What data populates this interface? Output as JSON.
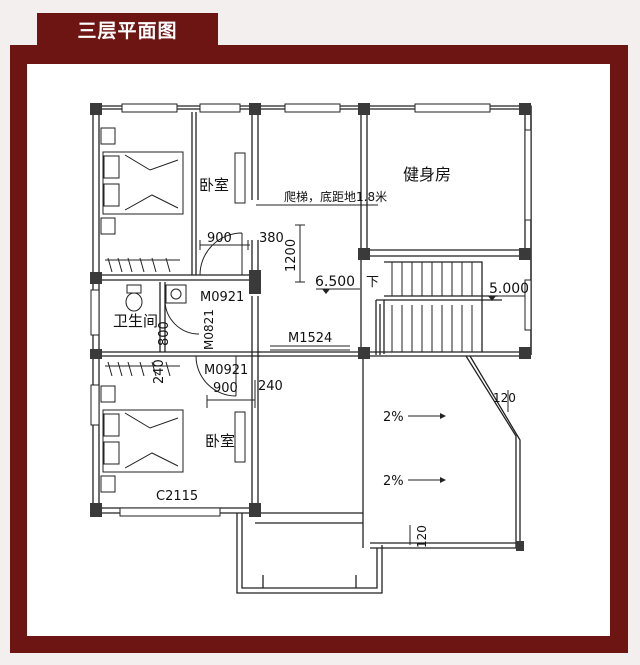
{
  "header": {
    "title": "三层平面图"
  },
  "rooms": {
    "bedroom_top": "卧室",
    "bedroom_bottom": "卧室",
    "gym": "健身房",
    "bathroom": "卫生间"
  },
  "labels": {
    "ladder_note": "爬梯，底距地1.8米",
    "door_m0921_a": "M0921",
    "door_m0921_b": "M0921",
    "door_m0821": "M0821",
    "door_m1524": "M1524",
    "window_c2115": "C2115",
    "stair_down": "下",
    "slope_a": "2%",
    "slope_b": "2%"
  },
  "dimensions": {
    "d900_top": "900",
    "d380": "380",
    "d1200": "1200",
    "d800": "800",
    "d240_left": "240",
    "d900_bottom": "900",
    "d240_right": "240",
    "d120_top": "120",
    "d120_bottom": "120"
  },
  "elevations": {
    "floor": "6.500",
    "stair_landing": "5.000"
  },
  "colors": {
    "frame": "#6d1513",
    "background": "#f3efee",
    "paper": "#ffffff",
    "wall": "#222222",
    "column": "#3a3a3a"
  }
}
